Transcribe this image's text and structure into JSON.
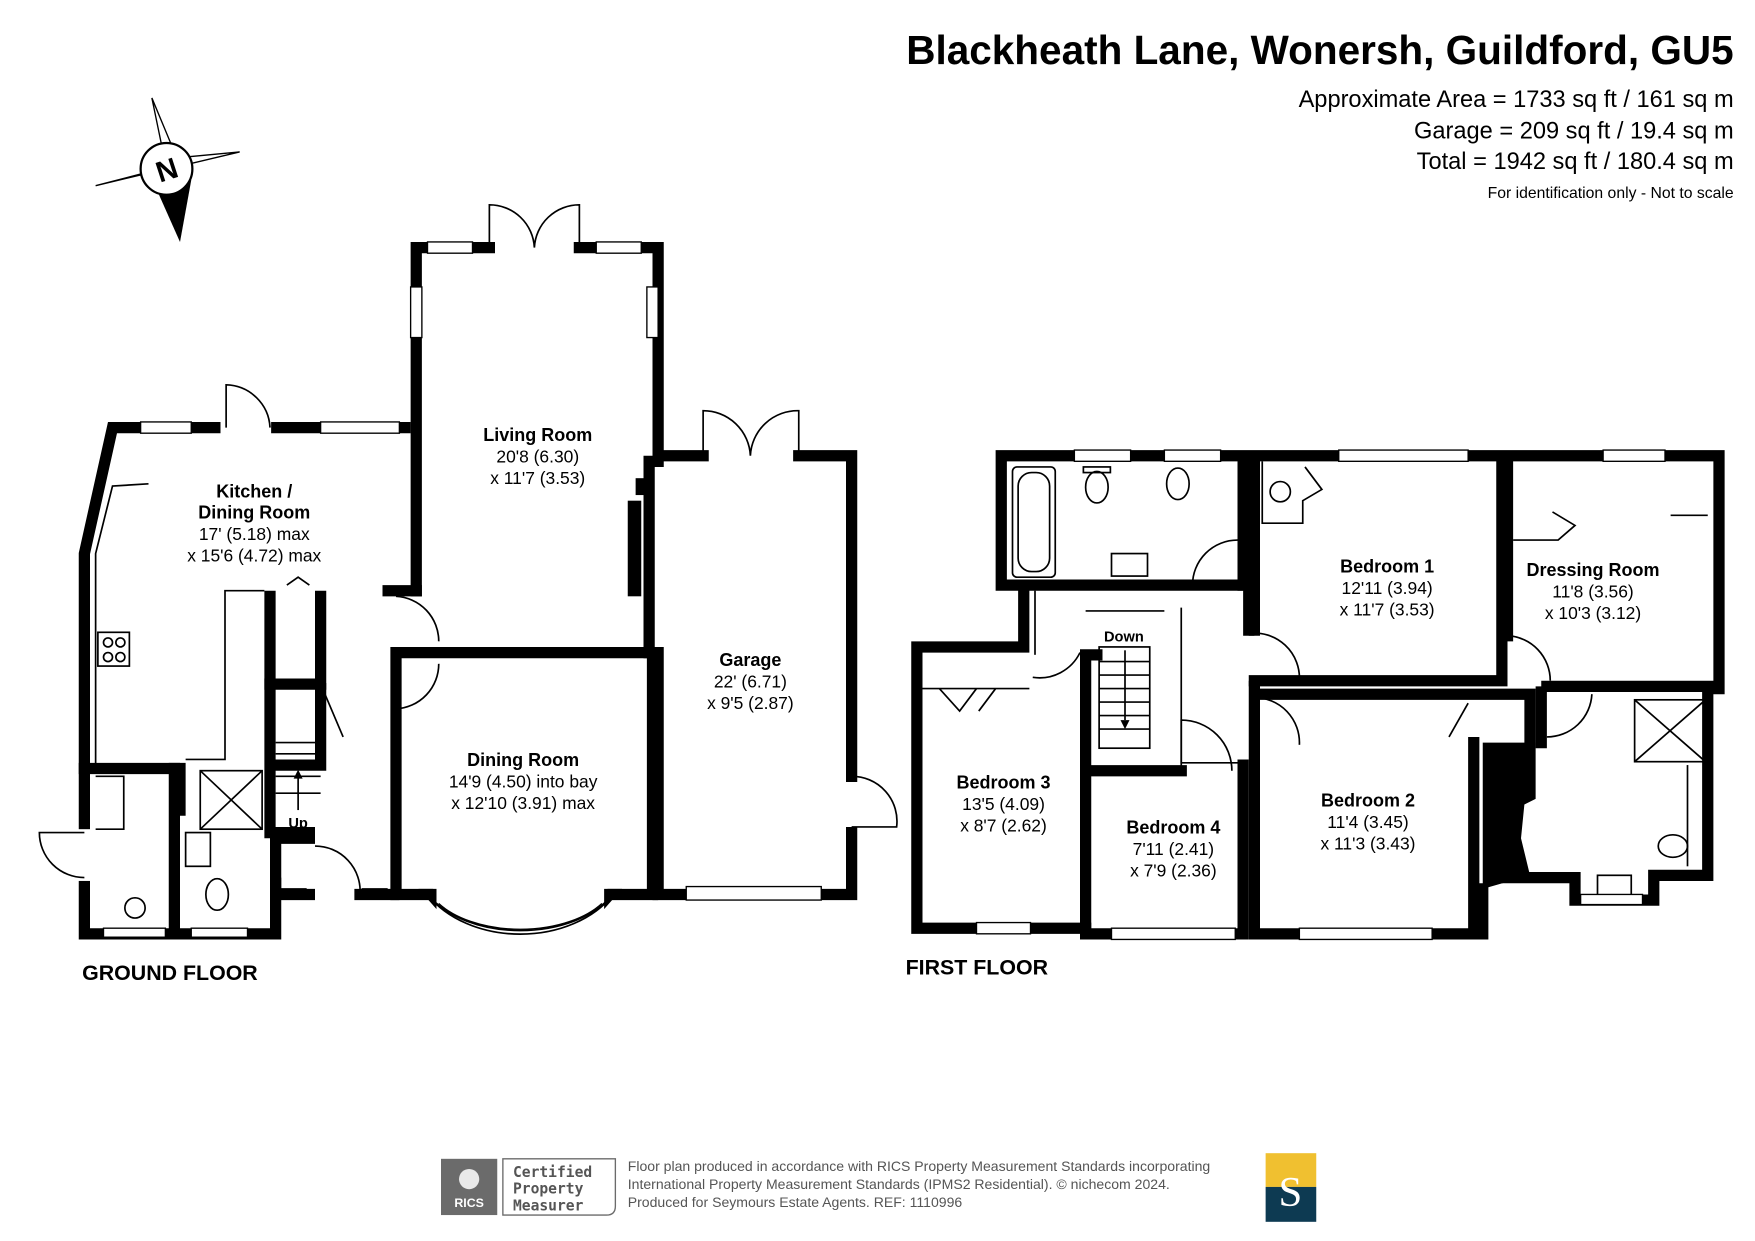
{
  "header": {
    "title": "Blackheath Lane, Wonersh, Guildford, GU5",
    "approx_area": "Approximate Area = 1733 sq ft / 161 sq m",
    "garage_area": "Garage = 209 sq ft / 19.4 sq m",
    "total_area": "Total = 1942 sq ft / 180.4 sq m",
    "disclaimer": "For identification only - Not to scale"
  },
  "compass": {
    "label": "N"
  },
  "ground_floor": {
    "label": "GROUND FLOOR",
    "stairs_label": "Up",
    "rooms": [
      {
        "name": "Kitchen /",
        "name2": "Dining Room",
        "dim1": "17' (5.18) max",
        "dim2": "x 15'6 (4.72) max"
      },
      {
        "name": "Living Room",
        "dim1": "20'8 (6.30)",
        "dim2": "x 11'7 (3.53)"
      },
      {
        "name": "Dining Room",
        "dim1": "14'9 (4.50) into bay",
        "dim2": "x 12'10 (3.91) max"
      },
      {
        "name": "Garage",
        "dim1": "22' (6.71)",
        "dim2": "x 9'5 (2.87)"
      }
    ]
  },
  "first_floor": {
    "label": "FIRST FLOOR",
    "stairs_label": "Down",
    "rooms": [
      {
        "name": "Bedroom 1",
        "dim1": "12'11 (3.94)",
        "dim2": "x 11'7 (3.53)"
      },
      {
        "name": "Dressing Room",
        "dim1": "11'8 (3.56)",
        "dim2": "x 10'3 (3.12)"
      },
      {
        "name": "Bedroom 2",
        "dim1": "11'4 (3.45)",
        "dim2": "x 11'3 (3.43)"
      },
      {
        "name": "Bedroom 3",
        "dim1": "13'5 (4.09)",
        "dim2": "x 8'7 (2.62)"
      },
      {
        "name": "Bedroom 4",
        "dim1": "7'11 (2.41)",
        "dim2": "x 7'9 (2.36)"
      }
    ]
  },
  "footer": {
    "rics_logo": "RICS",
    "badge_line1": "Certified",
    "badge_line2": "Property",
    "badge_line3": "Measurer",
    "line1": "Floor plan produced in accordance with RICS Property Measurement Standards incorporating",
    "line2": "International Property Measurement Standards (IPMS2 Residential).   © nichecom 2024.",
    "line3": "Produced for Seymours Estate Agents.   REF:  1110996",
    "agent_logo": "S"
  },
  "colors": {
    "agent_gold": "#f0c030",
    "agent_navy": "#0d3a52",
    "rics_grey": "#6b6b6b"
  }
}
